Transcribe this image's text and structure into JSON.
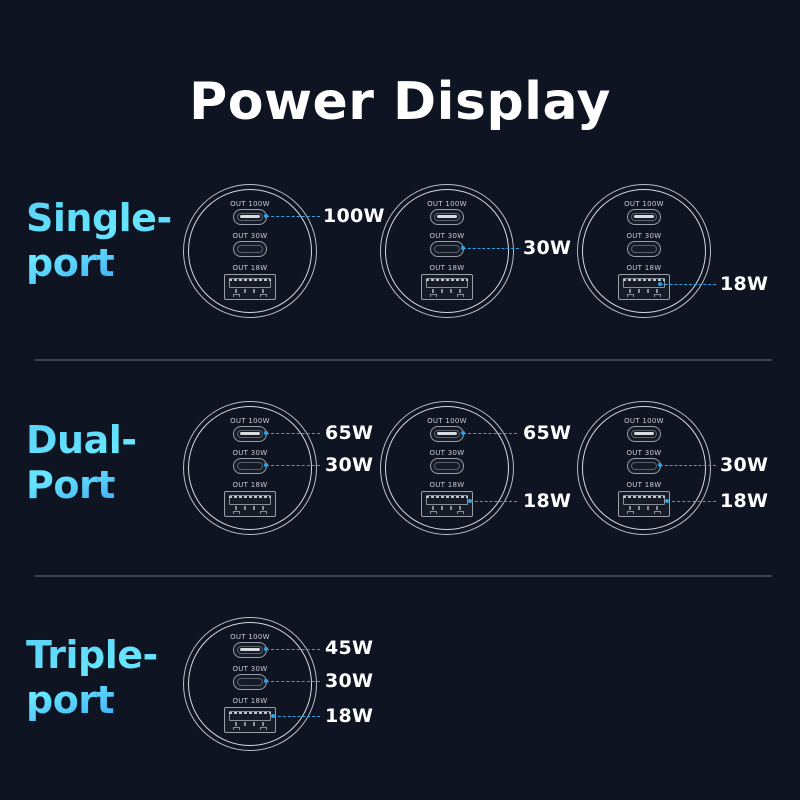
{
  "title": "Power Display",
  "colors": {
    "background": "#0e1421",
    "title": "#ffffff",
    "label_gradient": [
      "#5ad0f5",
      "#66e6ff",
      "#2a8cf0"
    ],
    "leader_line": "#2ea3e6",
    "divider": "#3c4452"
  },
  "port_labels": {
    "c1": "OUT 100W",
    "c2": "OUT 30W",
    "a": "OUT 18W"
  },
  "rows": [
    {
      "label_line1": "Single-",
      "label_line2": "port",
      "devices": [
        {
          "active": [
            "c1"
          ],
          "watts": {
            "c1": "100W"
          }
        },
        {
          "active": [
            "c2"
          ],
          "watts": {
            "c2": "30W"
          }
        },
        {
          "active": [
            "a"
          ],
          "watts": {
            "a": "18W"
          }
        }
      ]
    },
    {
      "label_line1": "Dual-",
      "label_line2": "Port",
      "devices": [
        {
          "active": [
            "c1",
            "c2"
          ],
          "watts": {
            "c1": "65W",
            "c2": "30W"
          }
        },
        {
          "active": [
            "c1",
            "a"
          ],
          "watts": {
            "c1": "65W",
            "a": "18W"
          }
        },
        {
          "active": [
            "c2",
            "a"
          ],
          "watts": {
            "c2": "30W",
            "a": "18W"
          }
        }
      ]
    },
    {
      "label_line1": "Triple-",
      "label_line2": "port",
      "devices": [
        {
          "active": [
            "c1",
            "c2",
            "a"
          ],
          "watts": {
            "c1": "45W",
            "c2": "30W",
            "a": "18W"
          }
        }
      ]
    }
  ]
}
